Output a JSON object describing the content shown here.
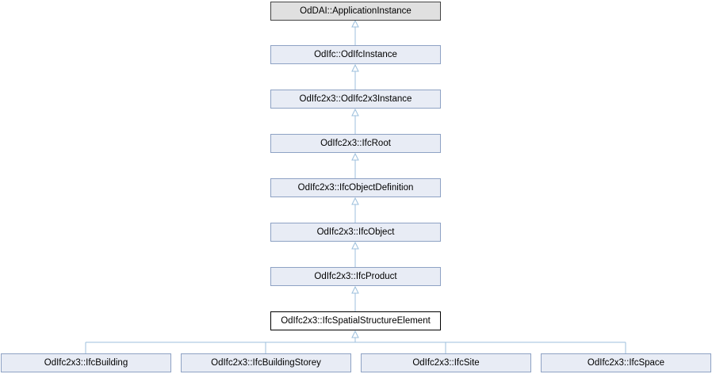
{
  "diagram": {
    "nodes": {
      "application_instance": "OdDAI::ApplicationInstance",
      "odifc_instance": "OdIfc::OdIfcInstance",
      "odifc2x3_instance": "OdIfc2x3::OdIfc2x3Instance",
      "ifc_root": "OdIfc2x3::IfcRoot",
      "ifc_object_definition": "OdIfc2x3::IfcObjectDefinition",
      "ifc_object": "OdIfc2x3::IfcObject",
      "ifc_product": "OdIfc2x3::IfcProduct",
      "ifc_spatial_structure_element": "OdIfc2x3::IfcSpatialStructureElement",
      "ifc_building": "OdIfc2x3::IfcBuilding",
      "ifc_building_storey": "OdIfc2x3::IfcBuildingStorey",
      "ifc_site": "OdIfc2x3::IfcSite",
      "ifc_space": "OdIfc2x3::IfcSpace"
    },
    "inheritance": [
      [
        "odifc_instance",
        "application_instance"
      ],
      [
        "odifc2x3_instance",
        "odifc_instance"
      ],
      [
        "ifc_root",
        "odifc2x3_instance"
      ],
      [
        "ifc_object_definition",
        "ifc_root"
      ],
      [
        "ifc_object",
        "ifc_object_definition"
      ],
      [
        "ifc_product",
        "ifc_object"
      ],
      [
        "ifc_spatial_structure_element",
        "ifc_product"
      ],
      [
        "ifc_building",
        "ifc_spatial_structure_element"
      ],
      [
        "ifc_building_storey",
        "ifc_spatial_structure_element"
      ],
      [
        "ifc_site",
        "ifc_spatial_structure_element"
      ],
      [
        "ifc_space",
        "ifc_spatial_structure_element"
      ]
    ],
    "colors": {
      "edge": "#9cbfdc",
      "node_fill": "#e8ecf5",
      "node_border": "#8ea2c4",
      "root_fill": "#e0e0e0",
      "focus_fill": "#ffffff"
    }
  }
}
